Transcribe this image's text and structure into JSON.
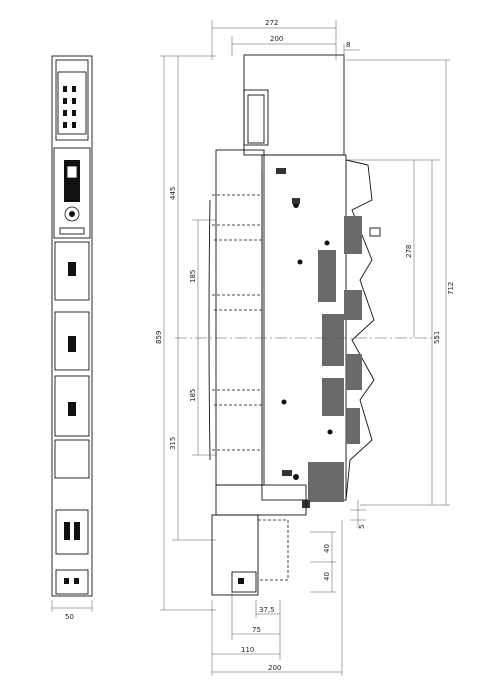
{
  "dimensions": {
    "top_width_total": "272",
    "top_width_body": "200",
    "top_offset": "8",
    "front_width": "50",
    "overall_height": "859",
    "upper_height": "445",
    "lower_height": "315",
    "spacing_upper": "185",
    "spacing_lower": "185",
    "right_height_total": "712",
    "right_height_mid": "551",
    "right_height_upper": "278",
    "right_offset_small": "5",
    "terminal_height_a": "40",
    "terminal_height_b": "40",
    "bottom_37_5": "37,5",
    "bottom_75": "75",
    "bottom_110": "110",
    "bottom_200": "200"
  }
}
